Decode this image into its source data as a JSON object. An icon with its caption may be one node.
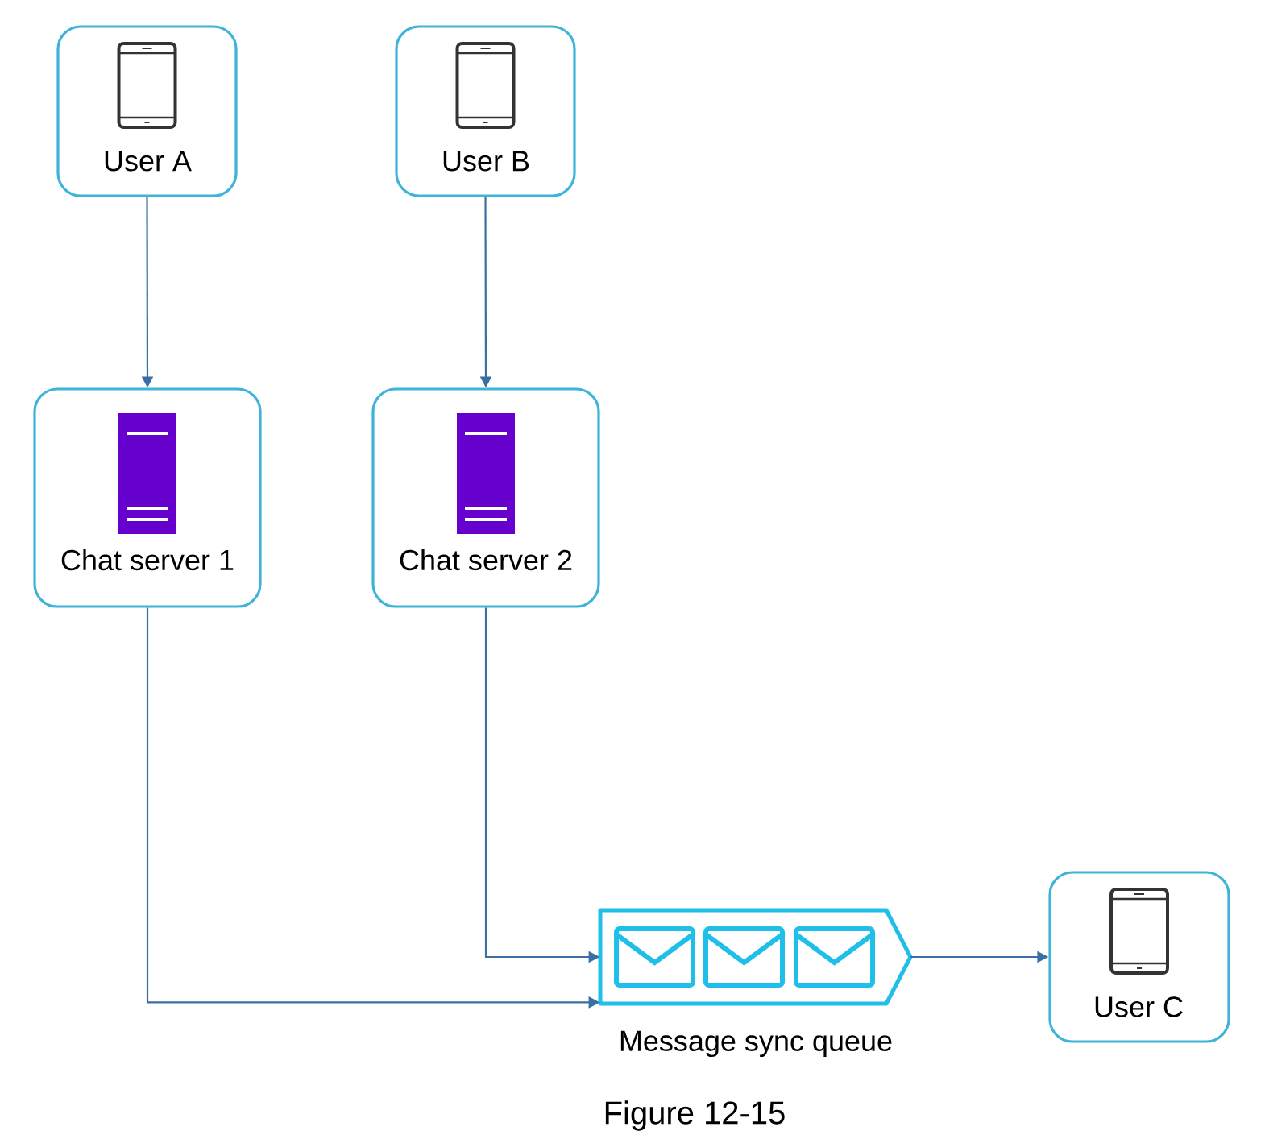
{
  "diagram": {
    "caption": "Figure 12-15",
    "nodes": [
      {
        "text": [
          "User A"
        ]
      },
      {
        "text": [
          "User B"
        ]
      },
      {
        "text": [
          "Chat server 1"
        ]
      },
      {
        "text": [
          "Chat server 2"
        ]
      },
      {
        "text": [
          "Message sync queue"
        ]
      },
      {
        "text": [
          "User C"
        ]
      }
    ],
    "edges": [
      {
        "from": 0,
        "to": 2,
        "arrow": "to"
      },
      {
        "from": 1,
        "to": 3,
        "arrow": "to"
      },
      {
        "from": 3,
        "to": 4,
        "arrow": "to"
      },
      {
        "from": 2,
        "to": 4,
        "arrow": "to"
      },
      {
        "from": 4,
        "to": 5,
        "arrow": "to"
      }
    ]
  }
}
